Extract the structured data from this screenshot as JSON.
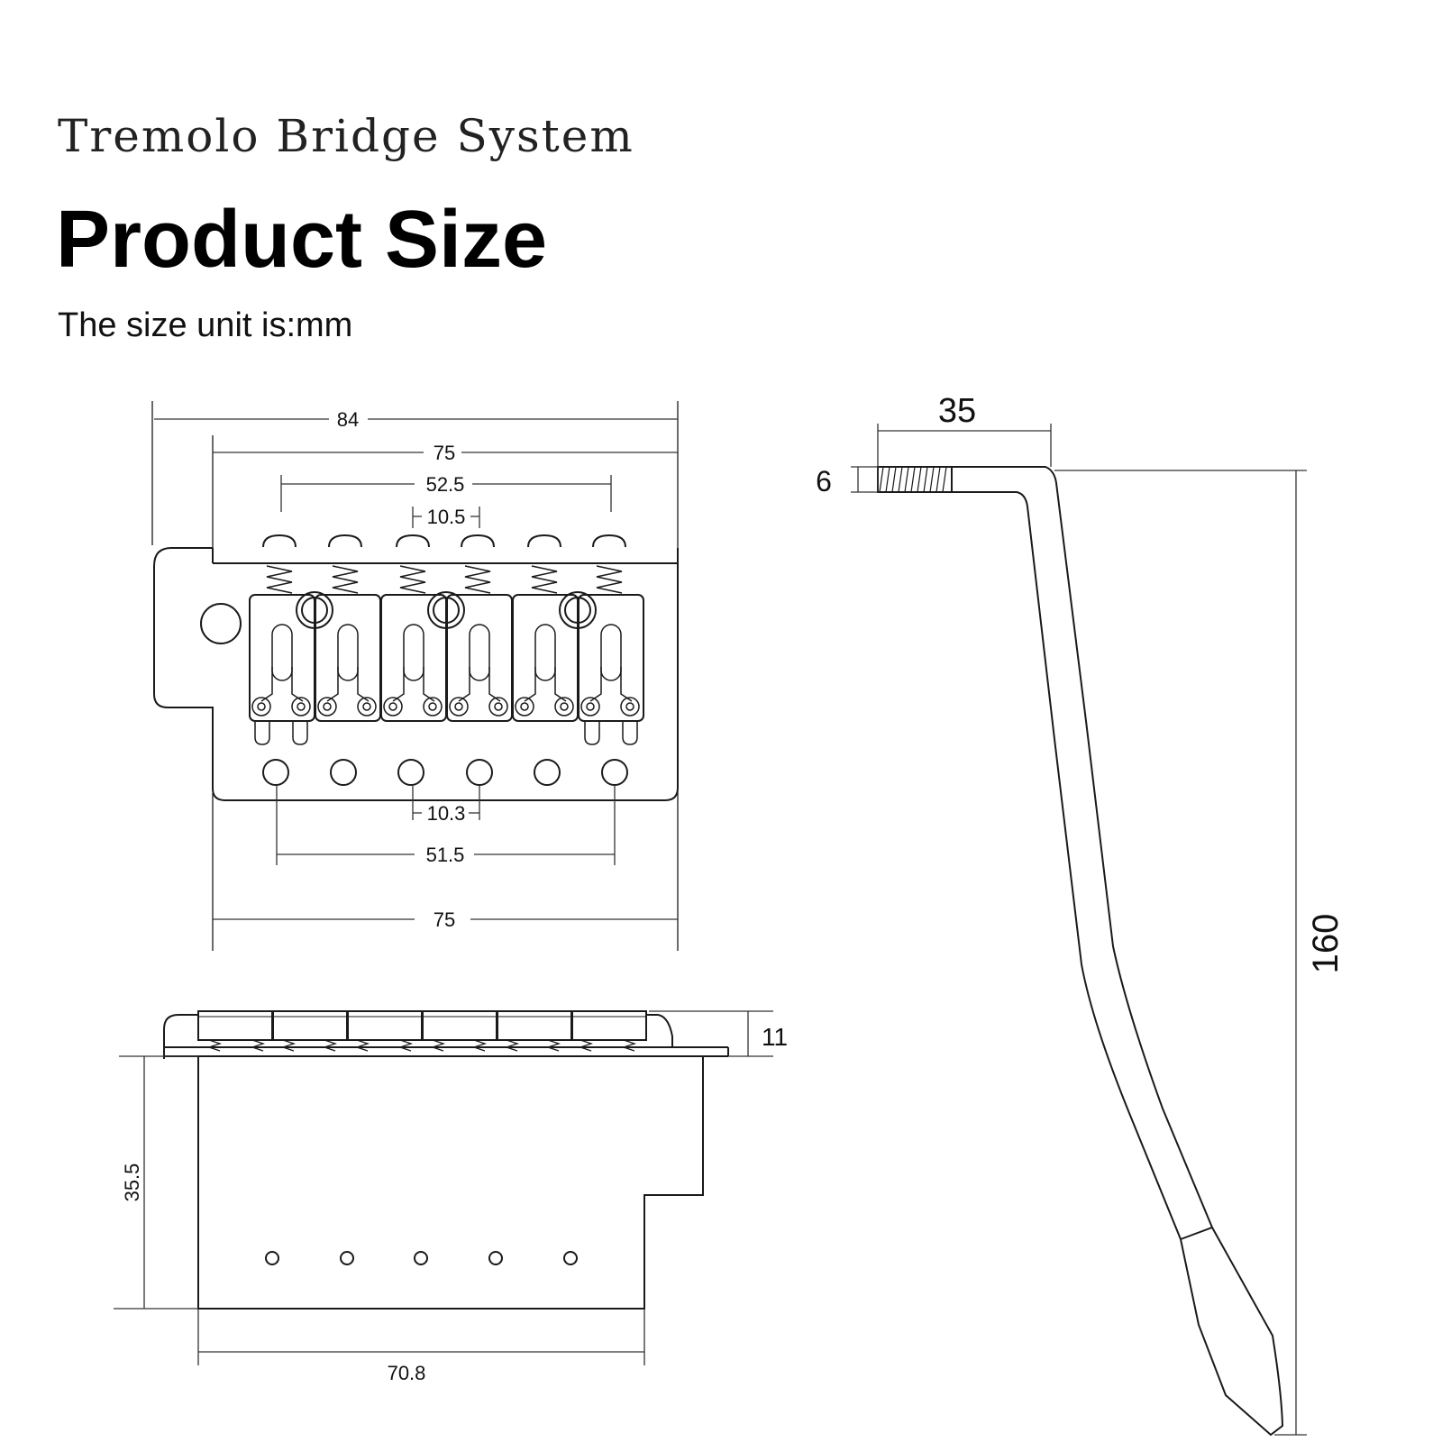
{
  "header": {
    "subtitle": "Tremolo Bridge System",
    "title": "Product Size",
    "unit_note": "The size unit is:mm"
  },
  "dimensions": {
    "top_view": {
      "overall_width": "84",
      "plate_width_top": "75",
      "saddle_span": "52.5",
      "saddle_spacing": "10.5",
      "hole_spacing": "10.3",
      "hole_span": "51.5",
      "plate_width_bottom": "75"
    },
    "side_view": {
      "saddle_height": "11",
      "block_height": "35.5",
      "block_width": "70.8"
    },
    "arm": {
      "tip_length": "35",
      "thread_diameter": "6",
      "arm_height": "160"
    }
  },
  "colors": {
    "line": "#1a1a1a",
    "dim_line": "#333333",
    "text": "#111111"
  }
}
